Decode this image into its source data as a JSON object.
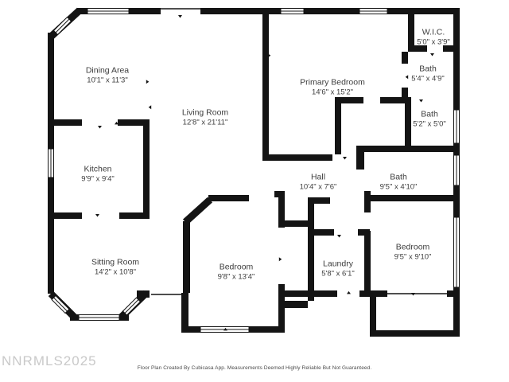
{
  "rooms": [
    {
      "name": "Dining Area",
      "dims": "10'1\" x 11'3\""
    },
    {
      "name": "Living Room",
      "dims": "12'8\" x 21'11\""
    },
    {
      "name": "Kitchen",
      "dims": "9'9\" x 9'4\""
    },
    {
      "name": "Primary Bedroom",
      "dims": "14'6\" x 15'2\""
    },
    {
      "name": "W.I.C.",
      "dims": "5'0\" x 3'9\""
    },
    {
      "name": "Bath",
      "dims": "5'4\" x 4'9\""
    },
    {
      "name": "Bath",
      "dims": "5'2\" x 5'0\""
    },
    {
      "name": "Hall",
      "dims": "10'4\" x 7'6\""
    },
    {
      "name": "Bath",
      "dims": "9'5\" x 4'10\""
    },
    {
      "name": "Sitting Room",
      "dims": "14'2\" x 10'8\""
    },
    {
      "name": "Bedroom",
      "dims": "9'8\" x 13'4\""
    },
    {
      "name": "Laundry",
      "dims": "5'8\" x 6'1\""
    },
    {
      "name": "Bedroom",
      "dims": "9'5\" x 9'10\""
    }
  ],
  "footer": {
    "disclaimer": "Floor Plan Created By Cubicasa App. Measurements Deemed Highly Reliable But Not Guaranteed."
  },
  "watermark": "NNRMLS2025",
  "colors": {
    "wall": "#141414",
    "text": "#3d3d3d",
    "watermark": "#c9c9c9"
  }
}
